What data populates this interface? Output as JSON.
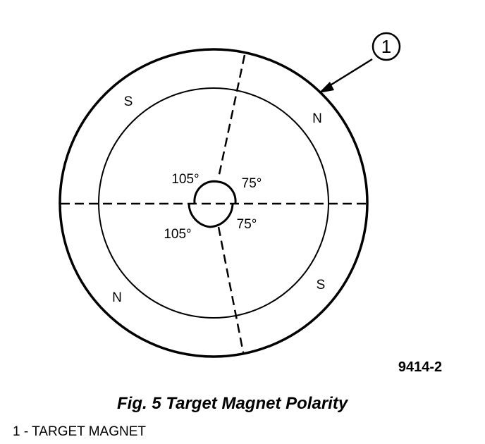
{
  "diagram": {
    "callout_number": "1",
    "poles": {
      "upper_left": "S",
      "upper_right": "N",
      "lower_left": "N",
      "lower_right": "S"
    },
    "angles": {
      "upper_left": "105°",
      "upper_right": "75°",
      "lower_left": "105°",
      "lower_right": "75°"
    },
    "reference_code": "9414-2"
  },
  "caption": "Fig. 5 Target Magnet Polarity",
  "legend": "1 - TARGET MAGNET"
}
